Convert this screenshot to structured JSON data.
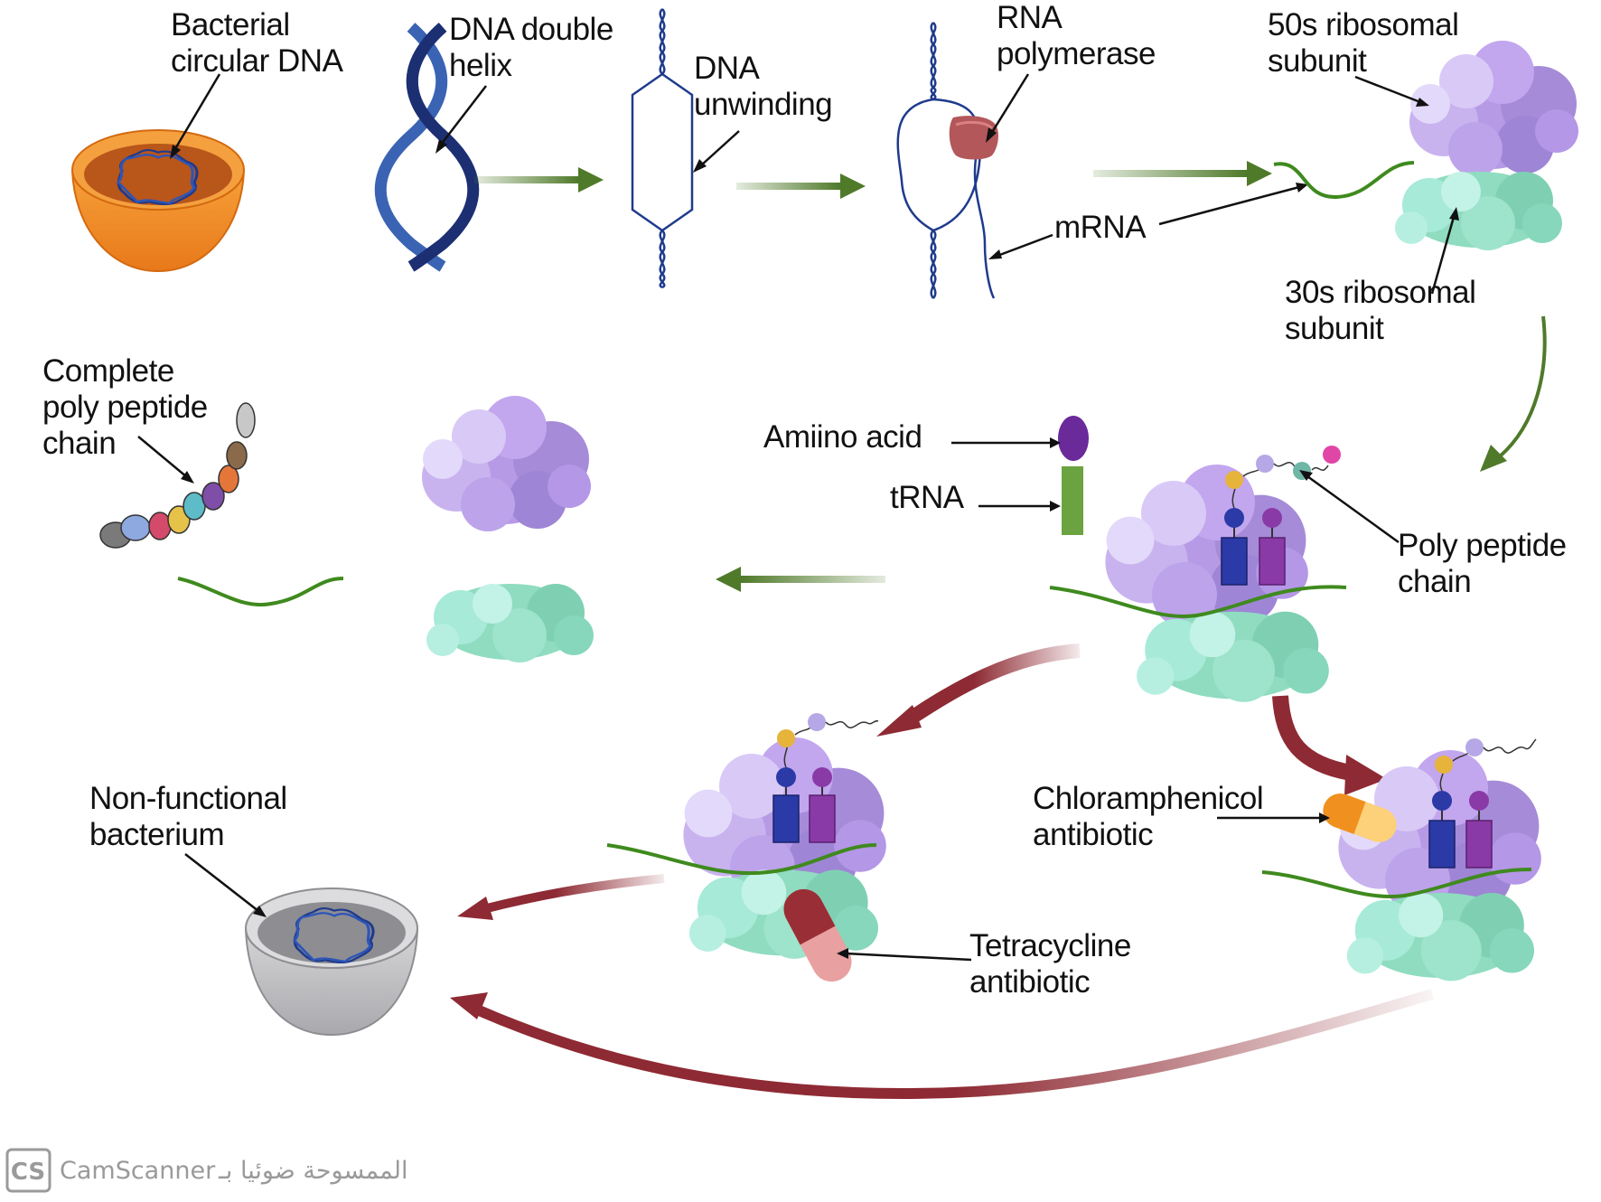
{
  "labels": {
    "bacterial_circular_dna": "Bacterial\ncircular DNA",
    "dna_double_helix": "DNA double\nhelix",
    "dna_unwinding": "DNA\nunwinding",
    "rna_polymerase": "RNA\npolymerase",
    "ribosomal_50s": "50s ribosomal\nsubunit",
    "mrna": "mRNA",
    "ribosomal_30s": "30s ribosomal\nsubunit",
    "complete_polypeptide": "Complete\npoly peptide\nchain",
    "amino_acid": "Amiino acid",
    "trna": "tRNA",
    "polypeptide_chain": "Poly peptide\nchain",
    "non_functional_bacterium": "Non-functional\nbacterium",
    "chloramphenicol": "Chloramphenicol\nantibiotic",
    "tetracycline": "Tetracycline\nantibiotic"
  },
  "watermark": {
    "logo": "CS",
    "text": "CamScanner",
    "arabic": "الممسوحة ضوئيا بـ"
  },
  "colors": {
    "flow_arrow": "#4f7a2a",
    "inhibition_arrow": "#8e2a33",
    "dna": "#1f3b8c",
    "bacterium": "#f08a24",
    "ribosome_50s": "#b79ae6",
    "ribosome_30s": "#8fdcc0",
    "mrna": "#3f8a1e",
    "trna": "#6aa33f",
    "amino_acid": "#6a2a9a"
  }
}
